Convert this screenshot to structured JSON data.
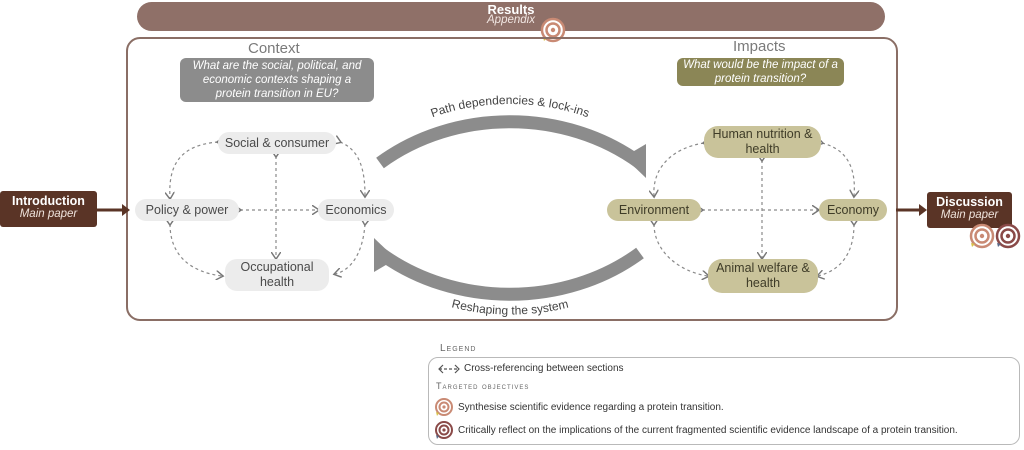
{
  "results": {
    "title": "Results",
    "subtitle": "Appendix"
  },
  "context": {
    "title": "Context",
    "question": "What are the social, political, and economic contexts shaping a protein transition in EU?",
    "nodes": {
      "social": "Social & consumer",
      "policy": "Policy & power",
      "economics": "Economics",
      "occupational": "Occupational health"
    }
  },
  "impacts": {
    "title": "Impacts",
    "question": "What would be the impact of a protein transition?",
    "nodes": {
      "human": "Human nutrition & health",
      "environment": "Environment",
      "economy": "Economy",
      "animal": "Animal welfare & health"
    }
  },
  "arrows": {
    "top_label": "Path dependencies & lock-ins",
    "bottom_label": "Reshaping the system"
  },
  "introduction": {
    "title": "Introduction",
    "subtitle": "Main paper"
  },
  "discussion": {
    "title": "Discussion",
    "subtitle": "Main paper"
  },
  "legend": {
    "title": "Legend",
    "cross_ref": "Cross-referencing between sections",
    "targeted_title": "Targeted objectives",
    "objective_1": "Synthesise scientific evidence regarding a protein transition.",
    "objective_2": "Critically reflect on the implications of the current fragmented scientific evidence landscape of a protein transition."
  },
  "colors": {
    "results_bar": "#8f7068",
    "context_question": "#8c8c8c",
    "impacts_question": "#8b8656",
    "context_node": "#ececec",
    "impact_node": "#c9c39a",
    "side_box": "#5a3426",
    "big_arrow": "#8c8c8c"
  },
  "icons": [
    "target-icon-objective-1",
    "target-icon-objective-2"
  ]
}
